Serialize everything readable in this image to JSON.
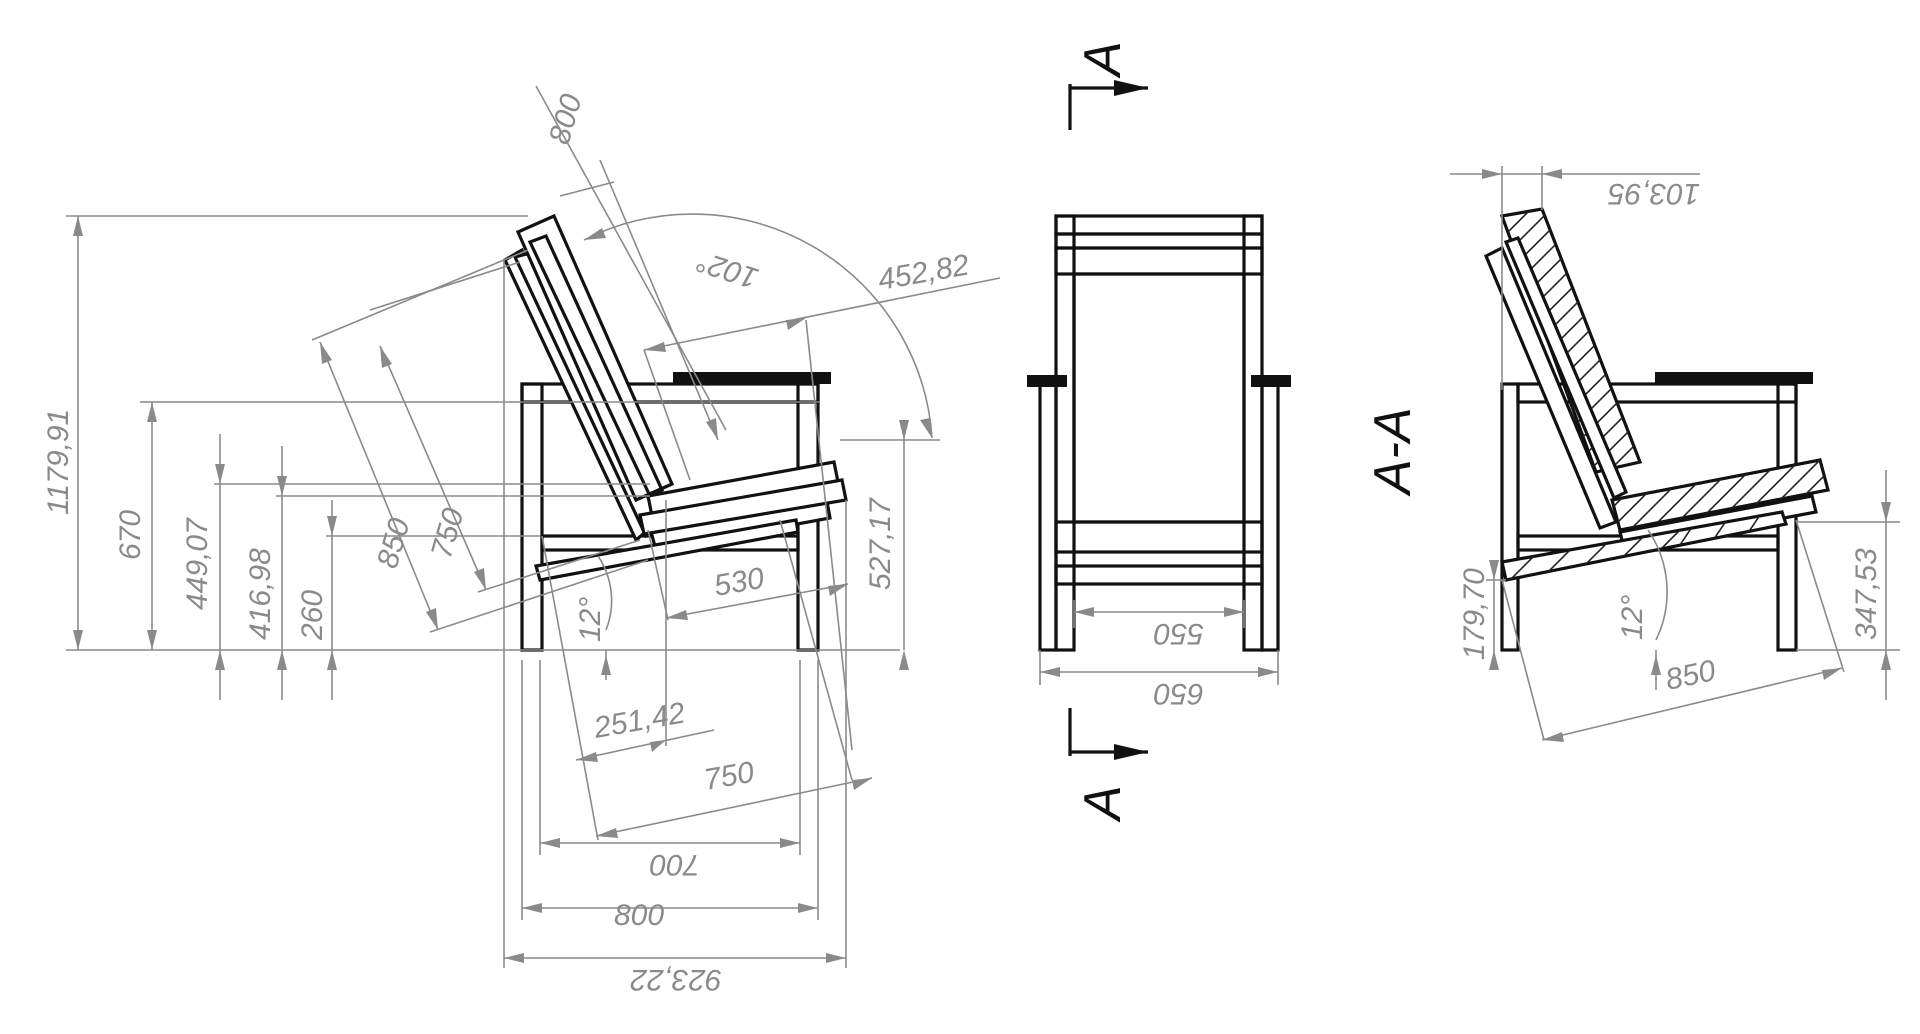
{
  "views": {
    "side": {
      "dims": {
        "height_total": "1179,91",
        "height_armrest": "670",
        "height_seat_front": "449,07",
        "height_seat_back": "416,98",
        "height_rail": "260",
        "back_length": "800",
        "back_frame_850": "850",
        "back_frame_750": "750",
        "back_angle": "102°",
        "seat_span": "452,82",
        "height_527": "527,17",
        "seat_depth": "530",
        "seat_angle": "12°",
        "offset": "251,42",
        "depth_750": "750",
        "depth_700": "700",
        "depth_800": "800",
        "depth_total": "923,22"
      }
    },
    "front": {
      "dims": {
        "inner_width": "550",
        "outer_width": "650"
      },
      "section_mark_top": "A",
      "section_mark_bottom": "A"
    },
    "section": {
      "title": "A-A",
      "dims": {
        "offset_top": "103,95",
        "height_low": "179,70",
        "angle": "12°",
        "length": "850",
        "height_right": "347,53"
      }
    }
  }
}
